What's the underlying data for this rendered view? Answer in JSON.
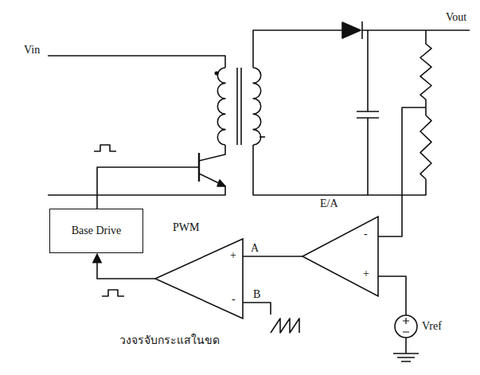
{
  "diagram": {
    "nodes": [
      {
        "text": [
          "Base Drive"
        ]
      },
      {
        "text": [
          "PWM"
        ]
      },
      {
        "text": [
          "E/A"
        ]
      }
    ],
    "edges": [
      {
        "from": 1,
        "to": 0,
        "arrow": "to"
      },
      {
        "from": 2,
        "to": 1,
        "arrow": "none",
        "label": "A"
      }
    ],
    "labels": [
      "Vin",
      "Vout",
      "+",
      "-",
      "B",
      "-",
      "+",
      "Vref",
      "วงจรจับกระแสในขด"
    ]
  }
}
